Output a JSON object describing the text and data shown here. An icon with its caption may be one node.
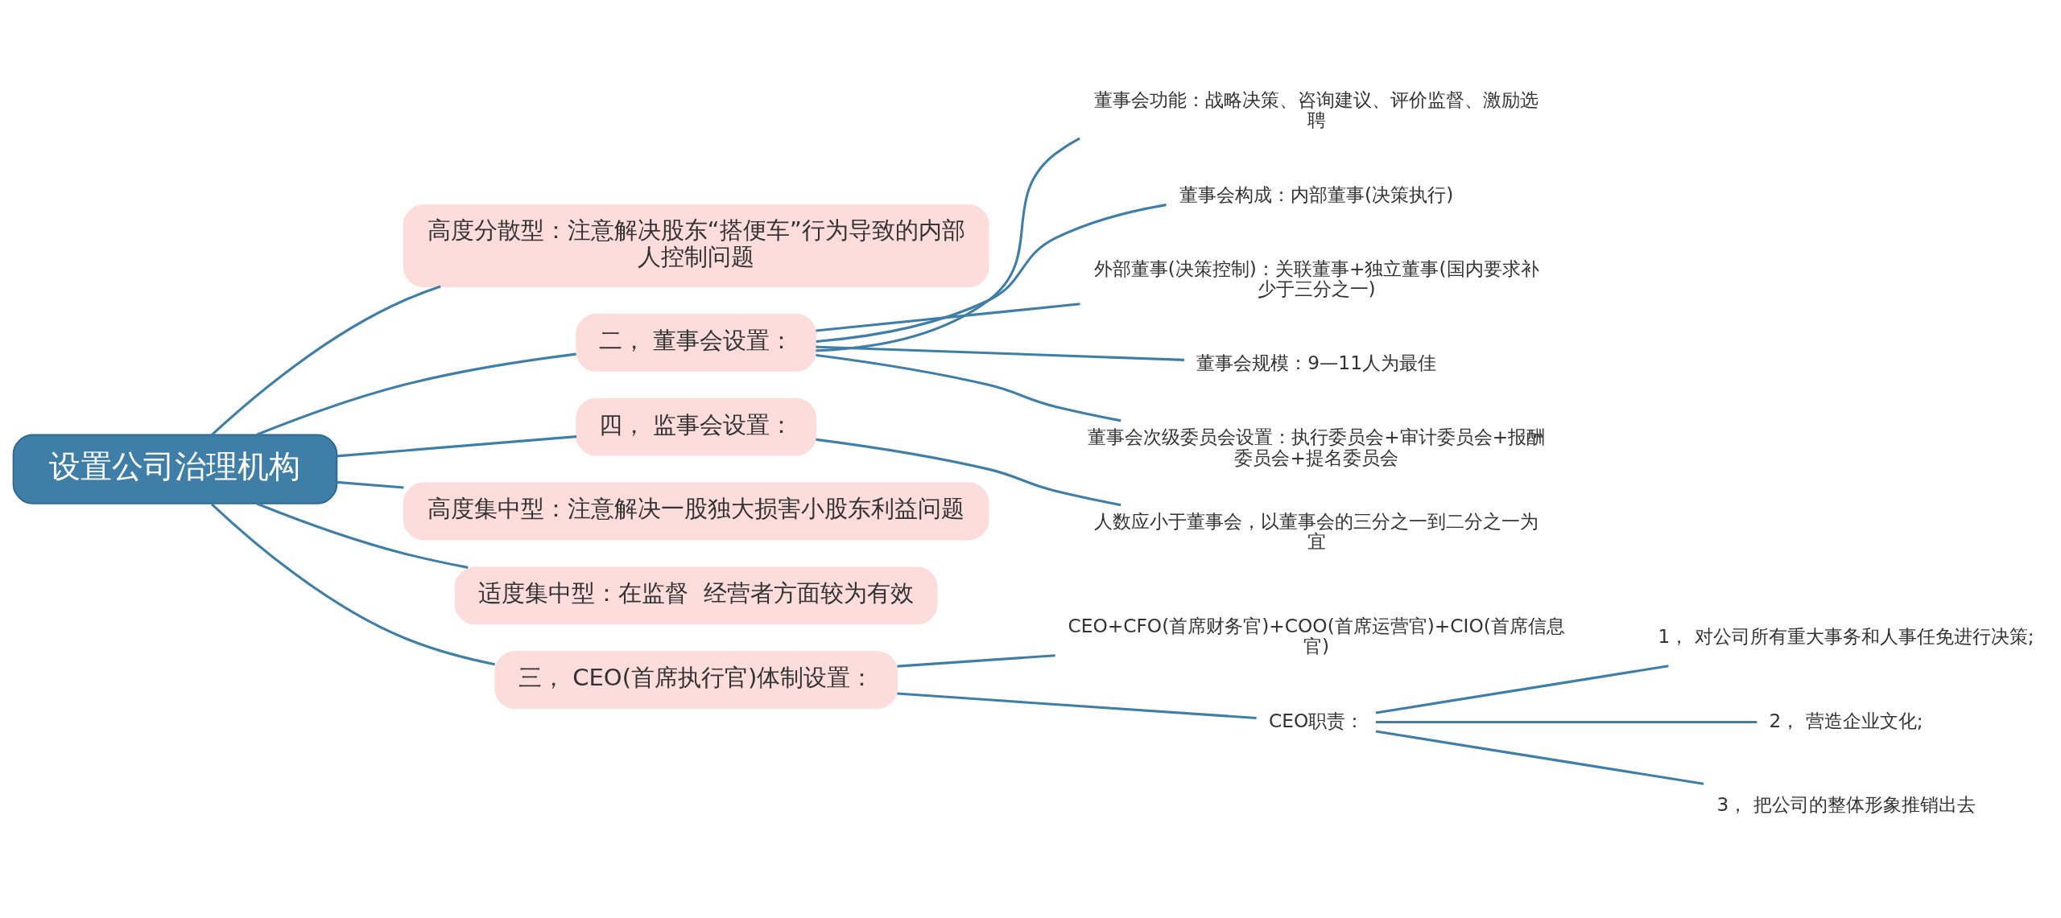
{
  "diagram": {
    "nodes": [
      {
        "text": [
          "设置公司治理机构"
        ]
      },
      {
        "text": [
          "高度分散型：注意解决股东“搭便车”行为导致的内部人控制问题"
        ]
      },
      {
        "text": [
          "二， 董事会设置："
        ]
      },
      {
        "text": [
          "董事会功能：战略决策、咨询建议、评价监督、激励选聘"
        ]
      },
      {
        "text": [
          "董事会构成：内部董事(决策执行)"
        ]
      },
      {
        "text": [
          "外部董事(决策控制)：关联董事+独立董事(国内要求补少于三分之一)"
        ]
      },
      {
        "text": [
          "董事会规模：9—11人为最佳"
        ]
      },
      {
        "text": [
          "董事会次级委员会设置：执行委员会+审计委员会+报酬委员会+提名委员会"
        ]
      },
      {
        "text": [
          "四， 监事会设置："
        ]
      },
      {
        "text": [
          "人数应小于董事会，以董事会的三分之一到二分之一为宜"
        ]
      },
      {
        "text": [
          "高度集中型：注意解决一股独大损害小股东利益问题"
        ]
      },
      {
        "text": [
          "适度集中型：在监督  经营者方面较为有效"
        ]
      },
      {
        "text": [
          "三， CEO(首席执行官)体制设置："
        ]
      },
      {
        "text": [
          "CEO+CFO(首席财务官)+COO(首席运营官)+CIO(首席信息官)"
        ]
      },
      {
        "text": [
          "CEO职责："
        ]
      },
      {
        "text": [
          "1， 对公司所有重大事务和人事任免进行决策;"
        ]
      },
      {
        "text": [
          "2， 营造企业文化;"
        ]
      },
      {
        "text": [
          "3， 把公司的整体形象推销出去"
        ]
      }
    ],
    "edges": [
      {
        "from": 0,
        "to": 1,
        "arrow": "none"
      },
      {
        "from": 0,
        "to": 2,
        "arrow": "none"
      },
      {
        "from": 2,
        "to": 3,
        "arrow": "none"
      },
      {
        "from": 2,
        "to": 4,
        "arrow": "none"
      },
      {
        "from": 2,
        "to": 5,
        "arrow": "none"
      },
      {
        "from": 2,
        "to": 6,
        "arrow": "none"
      },
      {
        "from": 2,
        "to": 7,
        "arrow": "none"
      },
      {
        "from": 0,
        "to": 8,
        "arrow": "none"
      },
      {
        "from": 8,
        "to": 9,
        "arrow": "none"
      },
      {
        "from": 0,
        "to": 10,
        "arrow": "none"
      },
      {
        "from": 0,
        "to": 11,
        "arrow": "none"
      },
      {
        "from": 0,
        "to": 12,
        "arrow": "none"
      },
      {
        "from": 12,
        "to": 13,
        "arrow": "none"
      },
      {
        "from": 12,
        "to": 14,
        "arrow": "none"
      },
      {
        "from": 14,
        "to": 15,
        "arrow": "none"
      },
      {
        "from": 14,
        "to": 16,
        "arrow": "none"
      },
      {
        "from": 14,
        "to": 17,
        "arrow": "none"
      }
    ]
  }
}
